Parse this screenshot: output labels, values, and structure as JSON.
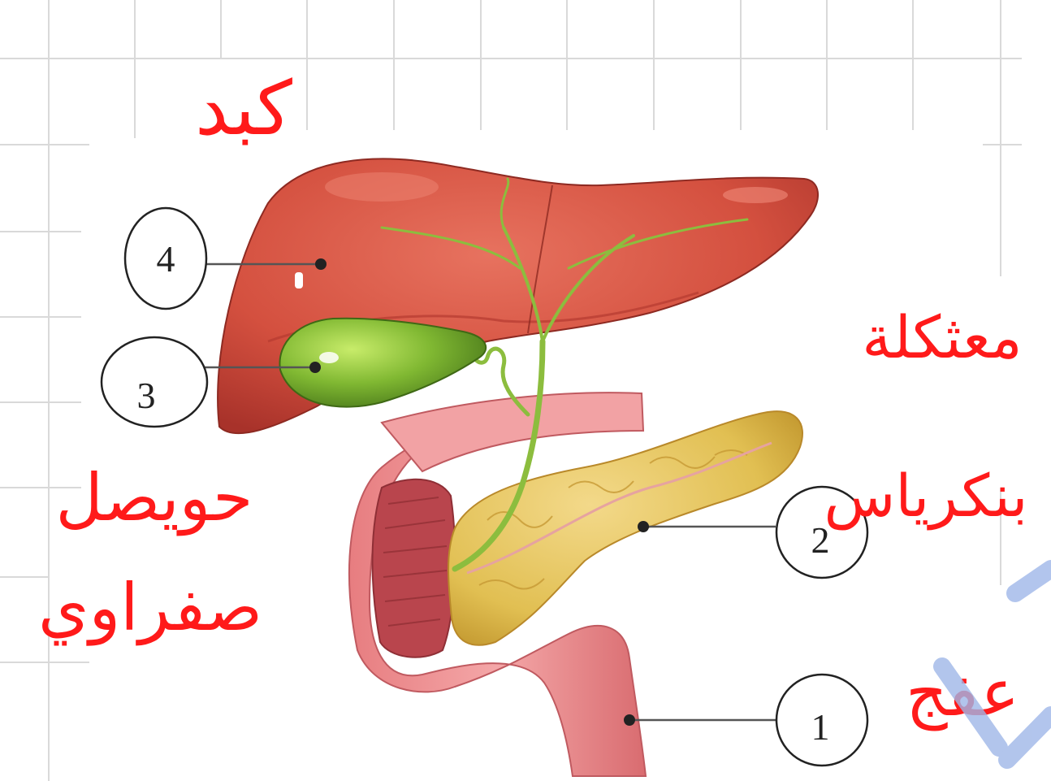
{
  "labels": [
    {
      "number": "1"
    },
    {
      "number": "2"
    },
    {
      "number": "3"
    },
    {
      "number": "4"
    }
  ],
  "annotations": {
    "liver": "كبد",
    "pancreas_line1": "معثكلة",
    "pancreas_line2": "بنكرياس",
    "gallbladder_line1": "حويصل",
    "gallbladder_line2": "صفراوي",
    "duodenum": "عفج"
  },
  "colors": {
    "liver": "#cf4a3c",
    "gallbladder": "#7fb832",
    "bile_duct": "#8cbd3e",
    "pancreas": "#e4c253",
    "duodenum": "#e98a8a",
    "ink": "#ff1a1a",
    "grid": "#d9d9d9"
  }
}
